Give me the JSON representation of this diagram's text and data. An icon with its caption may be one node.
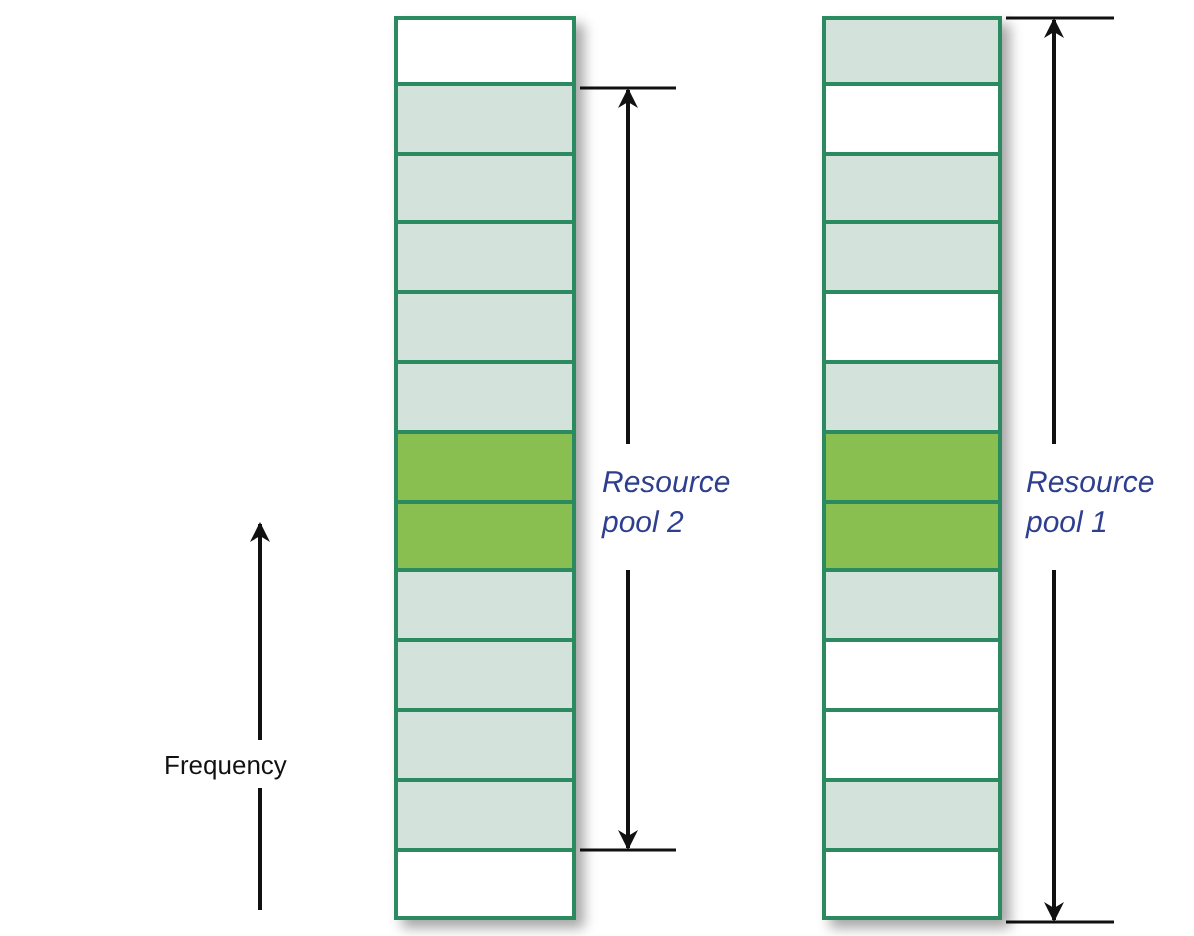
{
  "diagram": {
    "labels": [
      "Resource pool 2",
      "Resource pool 1",
      "Frequency"
    ]
  }
}
